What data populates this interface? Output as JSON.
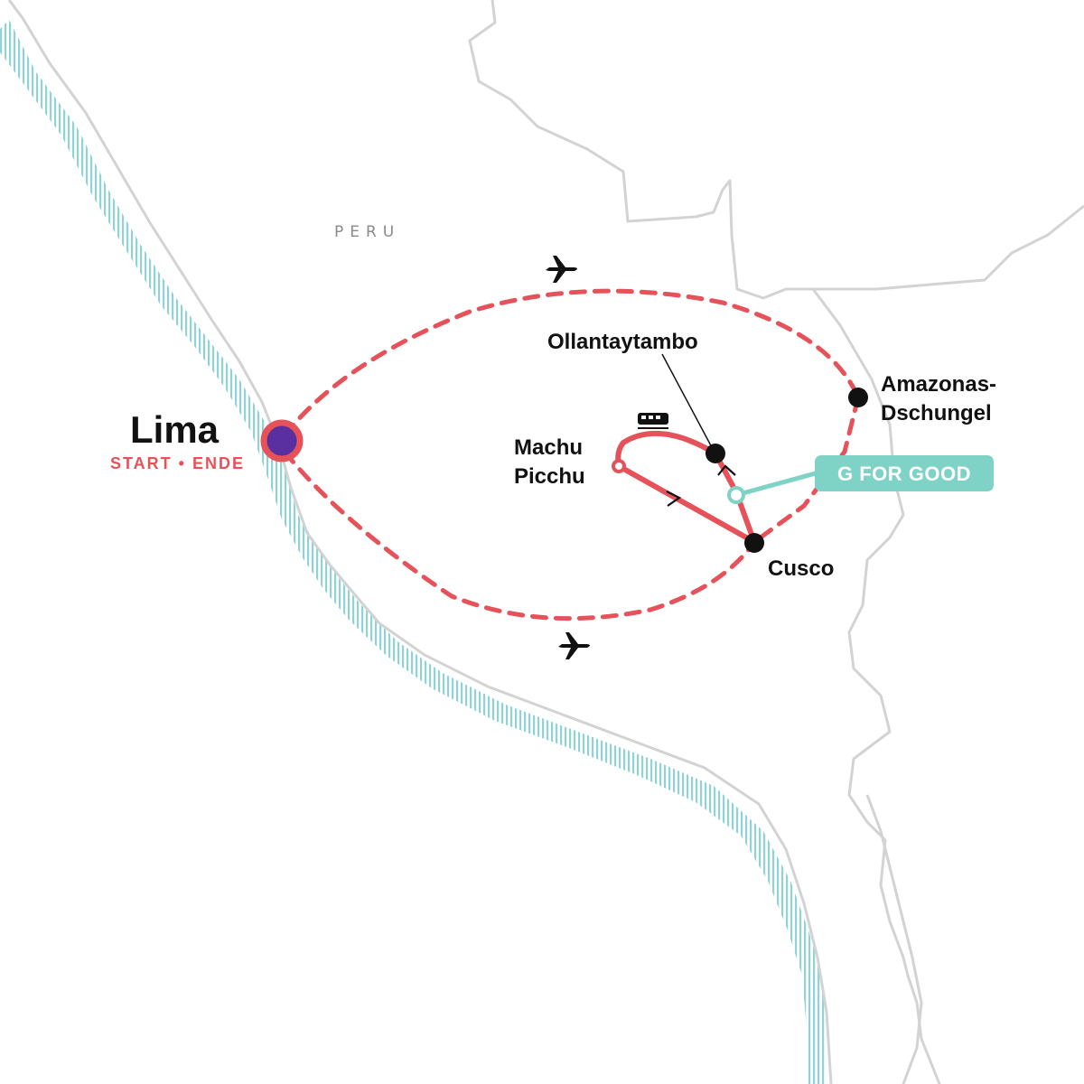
{
  "map": {
    "country": "PERU",
    "colors": {
      "route": "#e5525a",
      "border": "#d3d3d3",
      "coast": "#8fd3d6",
      "stop": "#111111",
      "start_fill": "#5a2fa0",
      "g_for_good": "#7fd3c6"
    },
    "icons": [
      "airplane-icon",
      "train-icon",
      "direction-arrow-icon"
    ]
  },
  "places": {
    "lima": "Lima",
    "lima_sub": "START • ENDE",
    "ollantaytambo": "Ollantaytambo",
    "machu_line1": "Machu",
    "machu_line2": "Picchu",
    "cusco": "Cusco",
    "amazon_line1": "Amazonas-",
    "amazon_line2": "Dschungel"
  },
  "badge": {
    "label": "G FOR GOOD"
  }
}
